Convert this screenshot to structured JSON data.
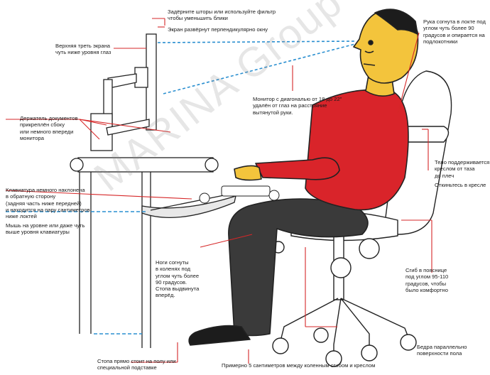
{
  "annotations": {
    "curtains": "Задёрните шторы или используйте фильтр\nчтобы уменьшить блики",
    "screen_perpendicular": "Экран развёрнут перпендикулярно окну",
    "screen_top_third": "Верхняя треть экрана\nчуть ниже уровня глаз",
    "document_holder": "Держатель документов\nприкреплён сбоку\nили немного впереди\nмонитора",
    "monitor_distance": "Монитор с диагональю от 18 до 22\"\nудалён от глаз на расстояние\nвытянутой руки.",
    "arm_bent": "Рука согнута в локте под\nуглом чуть более 90\nградусов и опирается на\nподлокотники",
    "body_support": "Тело поддерживается\nкреслом от таза\nдо плеч",
    "recline": "Откиньтесь в кресле",
    "keyboard_tilt": "Клавиатура немного наклонена\nв обратную сторону\n(задняя часть ниже передней)\nи находится на пару сантиметров\nниже локтей",
    "mouse_level": "Мышь на уровне или даже чуть\nвыше уровня клавиатуры",
    "knees_bent": "Ноги согнуты\nв коленях под\nуглом чуть более\n90 градусов.\nСтопа выдвинута\nвперёд.",
    "lumbar_bend": "Сгиб в пояснице\nпод углом 95-110\nградусов, чтобы\nбыло комфортно",
    "hips_parallel": "Бедра параллельно\nповерхности пола",
    "foot_floor": "Стопа прямо стоит на полу или\nспециальной подставке",
    "knee_gap": "Примерно 5 сантиметров между коленным сгибом и креслом"
  },
  "watermark": "MARINA Group",
  "colors": {
    "shirt": "#d9242a",
    "skin": "#f3c43c",
    "pants": "#3a3a3a",
    "leader": "#d62728",
    "sightline": "#2a8fd0",
    "outline": "#222222"
  }
}
